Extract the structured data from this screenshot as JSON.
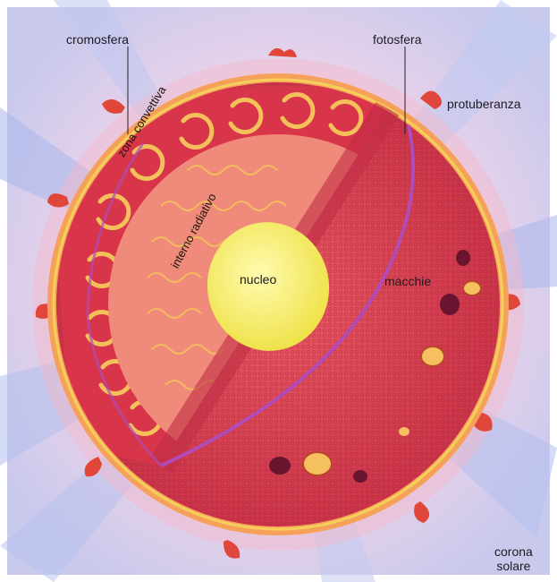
{
  "labels": {
    "cromosfera": "cromosfera",
    "fotosfera": "fotosfera",
    "protuberanza": "protuberanza",
    "zona_convettiva": "zona convettiva",
    "interno_radiativo": "interno radiativo",
    "nucleo": "nucleo",
    "macchie": "macchie",
    "corona_line1": "corona",
    "corona_line2": "solare"
  },
  "colors": {
    "corona_glow": "#f2c7df",
    "corona_blue": "#9fb0e8",
    "cromosfera": "#f6a15a",
    "convective_zone": "#d8344a",
    "radiative_interior": "#f08a7a",
    "core": "#f7ee5e",
    "photosphere": "#c8384c",
    "fotosfera_line": "#b04bb8",
    "sunspot": "#6a1430"
  }
}
